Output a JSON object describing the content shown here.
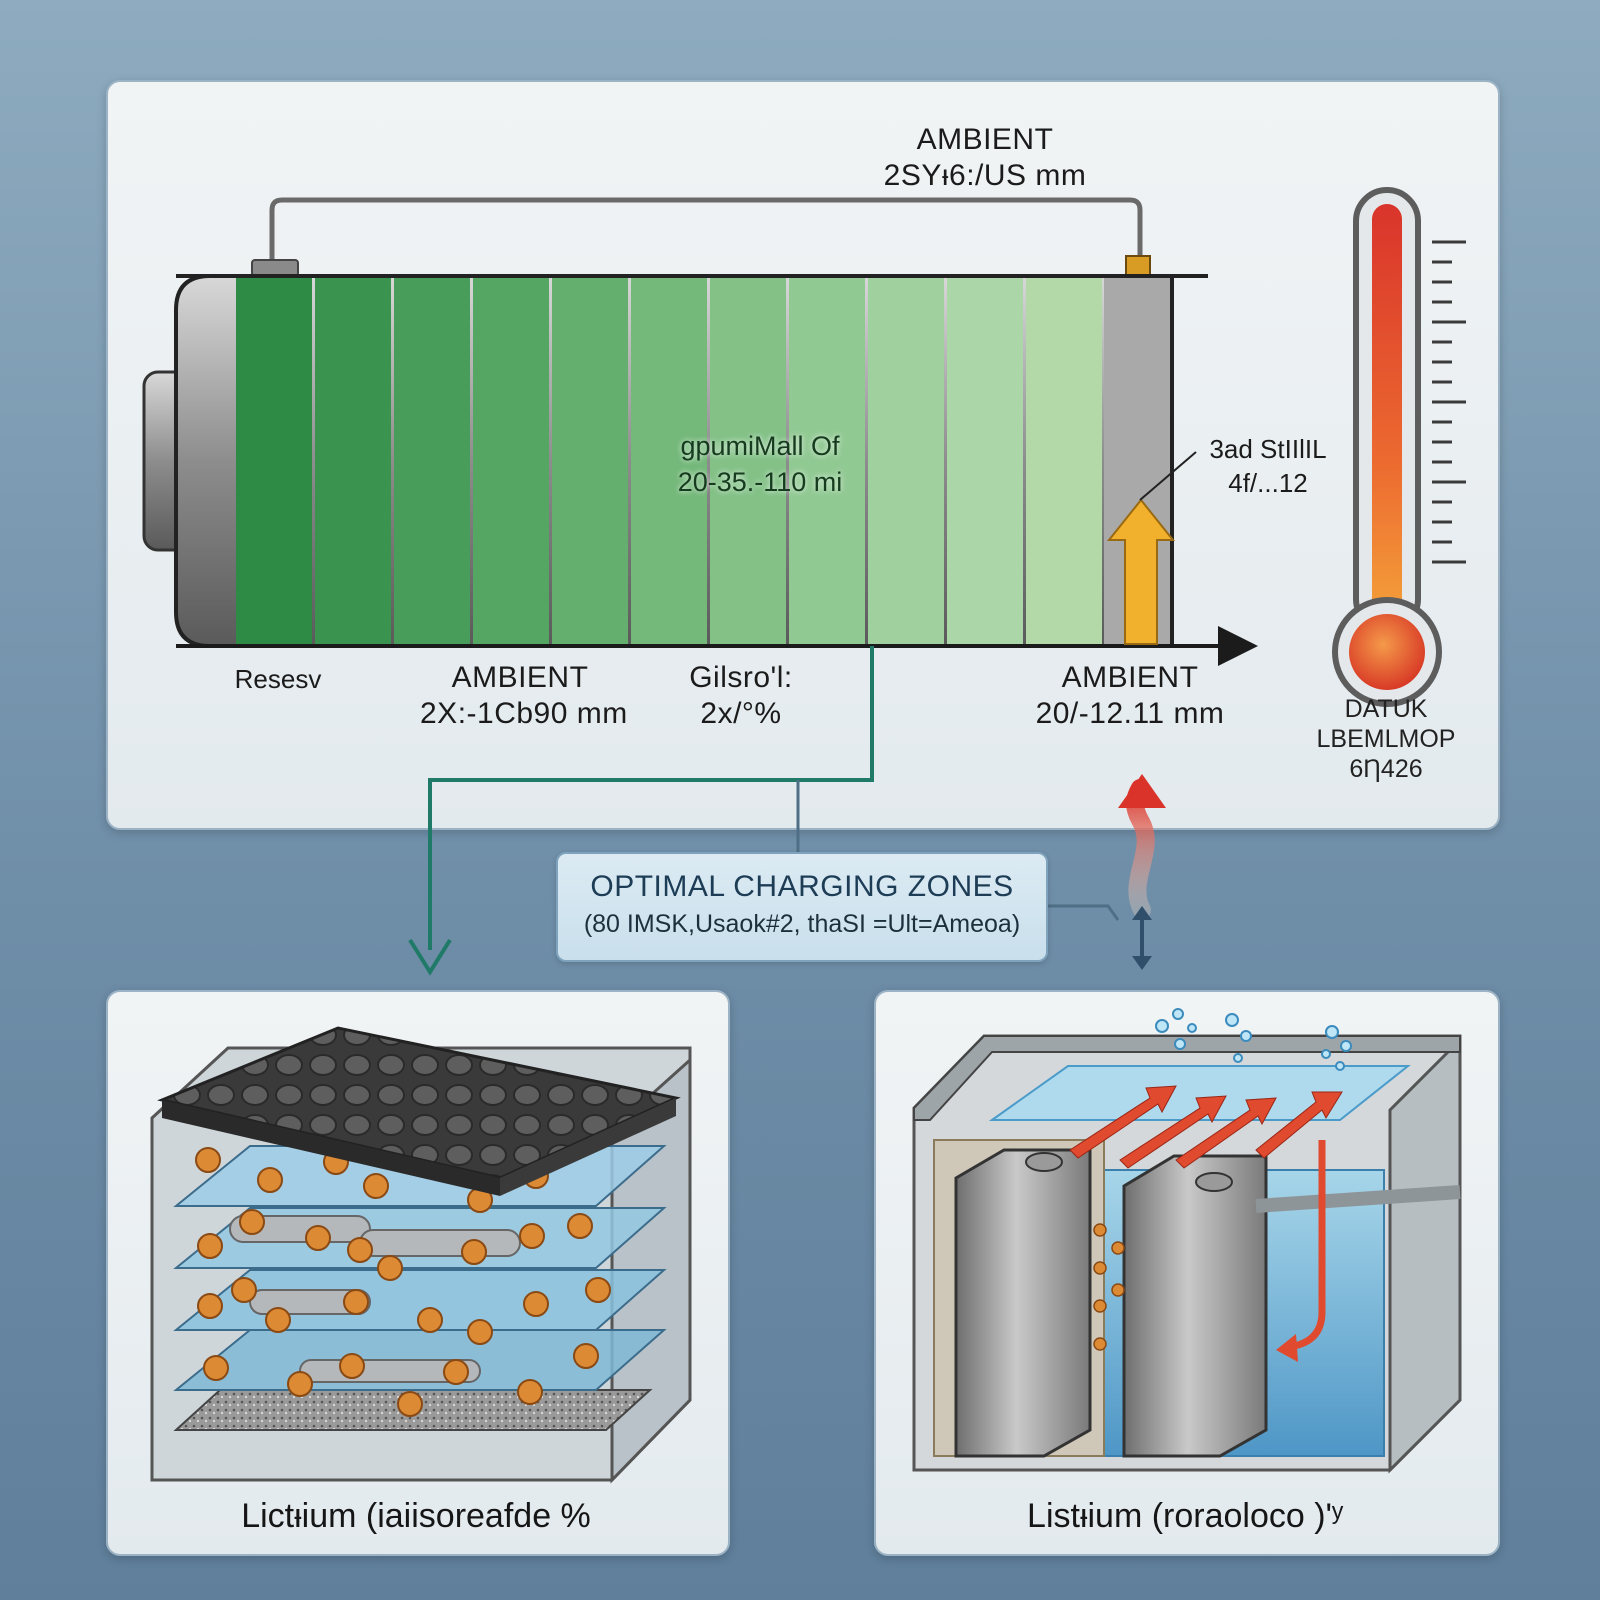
{
  "top": {
    "ambient_top": {
      "title": "AMBIENT",
      "value": "2SYᵻ6:/US mm"
    },
    "center_label": {
      "line1": "gpumiMall Of",
      "line2": "20-35.-110 mi"
    },
    "label_left": "Resesv",
    "ambient_1": {
      "title": "AMBIENT",
      "value": "2X:-1Cb90 mm"
    },
    "label_gilsro": {
      "line1": "Gilsro'l:",
      "line2": "2x/°%"
    },
    "ambient_2": {
      "title": "AMBIENT",
      "value": "20/-12.11 mm"
    },
    "label_3ad": {
      "line1": "3ad StIIlIL",
      "line2": "4f/...12"
    },
    "thermometer_label": {
      "line1": "DATUK",
      "line2": "LBEMLMOP",
      "line3": "6Ƞ426"
    }
  },
  "charging": {
    "title": "OPTIMAL CHARGING ZONES",
    "subtitle": "(80 IMSK,Usaok#2, thaSI =Ult=Ameoa)"
  },
  "panels": {
    "left_caption": "Lictᵻium (iaiisoreafde %",
    "right_caption": "Listᵻium (roraoloco )'ʸ"
  },
  "colors": {
    "gradient_dark": "#2e8b46",
    "gradient_light": "#b4d9a9",
    "arrow_teal": "#1f7a68",
    "heat_red": "#d8382c",
    "heat_orange": "#f2a23a",
    "water_blue": "#7fc2e0",
    "particle_orange": "#dd8a35"
  }
}
